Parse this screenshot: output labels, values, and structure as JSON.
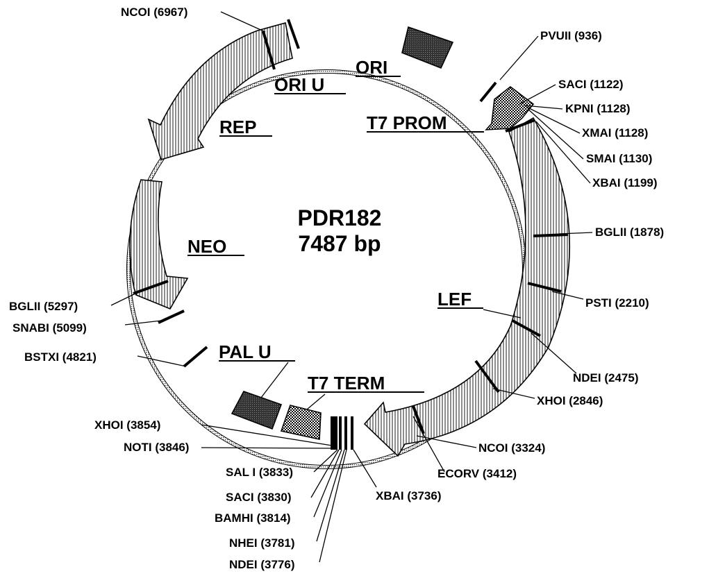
{
  "plasmid": {
    "name": "PDR182",
    "size": "7487 bp"
  },
  "features": {
    "ori": "ORI",
    "ori_u": "ORI U",
    "t7_prom": "T7 PROM",
    "rep": "REP",
    "neo": "NEO",
    "lef": "LEF",
    "pal_u": "PAL U",
    "t7_term": "T7 TERM"
  },
  "sites": {
    "ncoi_6967": "NCOI (6967)",
    "pvuii_936": "PVUII (936)",
    "saci_1122": "SACI (1122)",
    "kpni_1128": "KPNI (1128)",
    "xmai_1128": "XMAI (1128)",
    "smai_1130": "SMAI (1130)",
    "xbai_1199": "XBAI (1199)",
    "bglii_1878": "BGLII (1878)",
    "psti_2210": "PSTI (2210)",
    "ndei_2475": "NDEI (2475)",
    "xhoi_2846": "XHOI (2846)",
    "ncoi_3324": "NCOI (3324)",
    "ecorv_3412": "ECORV (3412)",
    "xbai_3736": "XBAI (3736)",
    "xhoi_3854": "XHOI (3854)",
    "noti_3846": "NOTI (3846)",
    "sali_3833": "SAL I (3833)",
    "saci_3830": "SACI (3830)",
    "bamhi_3814": "BAMHI (3814)",
    "nhei_3781": "NHEI (3781)",
    "ndei_3776": "NDEI (3776)",
    "bglii_5297": "BGLII (5297)",
    "snabi_5099": "SNABI (5099)",
    "bstxi_4821": "BSTXI (4821)"
  }
}
